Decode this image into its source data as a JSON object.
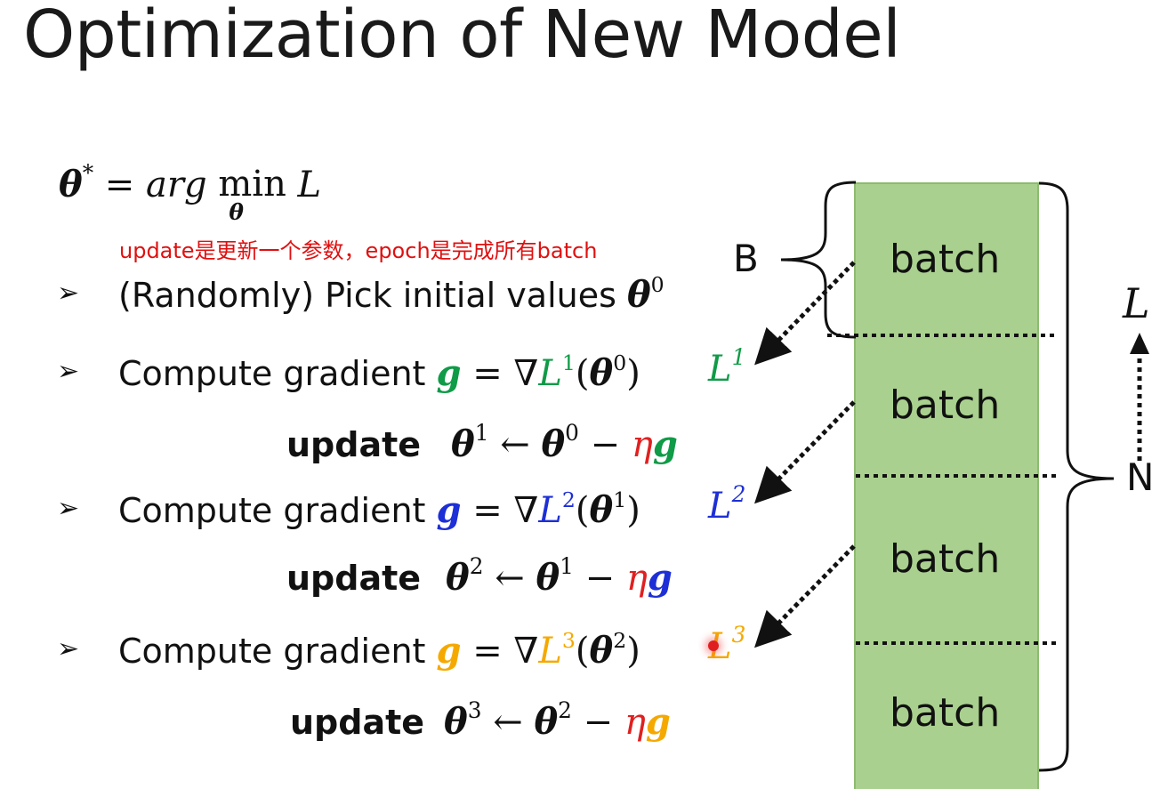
{
  "title": "Optimization of New Model",
  "objective": {
    "lhs": "θ",
    "lhs_sup": "*",
    "eq": " = ",
    "argword": "arg ",
    "min": "min",
    "min_sub": "θ",
    "rhs": "L"
  },
  "annotation_note": "update是更新一个参数，epoch是完成所有batch",
  "bullet_glyph": "➢",
  "step_init": {
    "text": "(Randomly) Pick initial values ",
    "theta": "θ",
    "sup": "0"
  },
  "gradient_steps": [
    {
      "text": "Compute gradient ",
      "g": "g",
      "eq": " = ∇",
      "L": "L",
      "L_sup": "1",
      "open": "(",
      "theta": "θ",
      "theta_sup": "0",
      "close": ")",
      "side_L": "L",
      "side_sup": "1",
      "color": "#0f9b47",
      "update_word": "update",
      "upd_theta": "θ",
      "upd_sup": "1",
      "upd_arrow": " ← ",
      "upd_theta2": "θ",
      "upd_sup2": "0",
      "upd_minus": " − ",
      "eta": "η",
      "upd_g": "g"
    },
    {
      "text": "Compute gradient ",
      "g": "g",
      "eq": " = ∇",
      "L": "L",
      "L_sup": "2",
      "open": "(",
      "theta": "θ",
      "theta_sup": "1",
      "close": ")",
      "side_L": "L",
      "side_sup": "2",
      "color": "#1d2fd6",
      "update_word": "update",
      "upd_theta": "θ",
      "upd_sup": "2",
      "upd_arrow": " ← ",
      "upd_theta2": "θ",
      "upd_sup2": "1",
      "upd_minus": " − ",
      "eta": "η",
      "upd_g": "g"
    },
    {
      "text": "Compute gradient ",
      "g": "g",
      "eq": " = ∇",
      "L": "L",
      "L_sup": "3",
      "open": "(",
      "theta": "θ",
      "theta_sup": "2",
      "close": ")",
      "side_L": "L",
      "side_sup": "3",
      "color": "#f5a900",
      "update_word": "update",
      "upd_theta": "θ",
      "upd_sup": "3",
      "upd_arrow": " ← ",
      "upd_theta2": "θ",
      "upd_sup2": "2",
      "upd_minus": " − ",
      "eta": "η",
      "upd_g": "g"
    }
  ],
  "data_column": {
    "batch_labels": [
      "batch",
      "batch",
      "batch",
      "batch"
    ],
    "batch_size_label": "B",
    "total_label": "N",
    "loss_label": "L",
    "fill_color": "#a9d08e",
    "border_color": "#8dbb70"
  },
  "colors": {
    "eta": "#e02020",
    "note": "#e01010"
  }
}
